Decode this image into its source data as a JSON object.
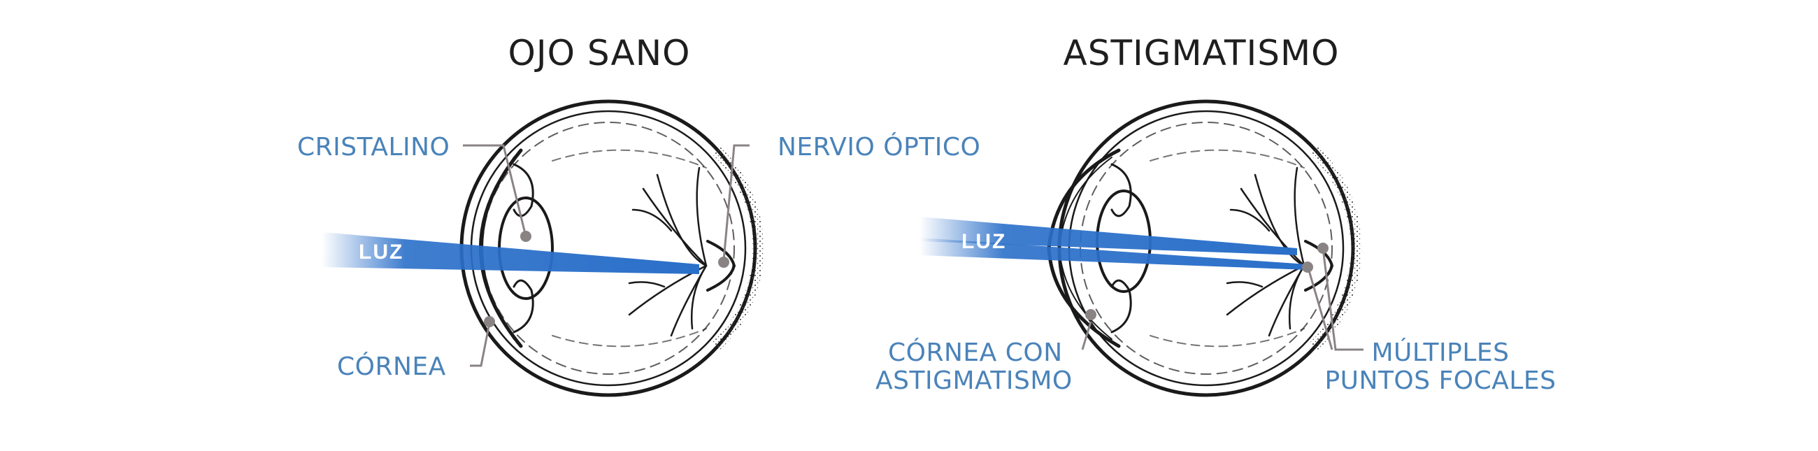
{
  "healthy": {
    "title": "OJO SANO",
    "lens_label": "CRISTALINO",
    "nerve_label": "NERVIO ÓPTICO",
    "cornea_label": "CÓRNEA",
    "light_label": "LUZ"
  },
  "astigmatism": {
    "title": "ASTIGMATISMO",
    "light_label": "LUZ",
    "cornea_label_line1": "CÓRNEA CON",
    "cornea_label_line2": "ASTIGMATISMO",
    "focal_label_line1": "MÚLTIPLES",
    "focal_label_line2": "PUNTOS FOCALES"
  },
  "colors": {
    "label_blue": "#4a83b9",
    "light_beam": "#2a6fc9",
    "leader_gray": "#8a8384",
    "title_dark": "#1e1e1e"
  }
}
